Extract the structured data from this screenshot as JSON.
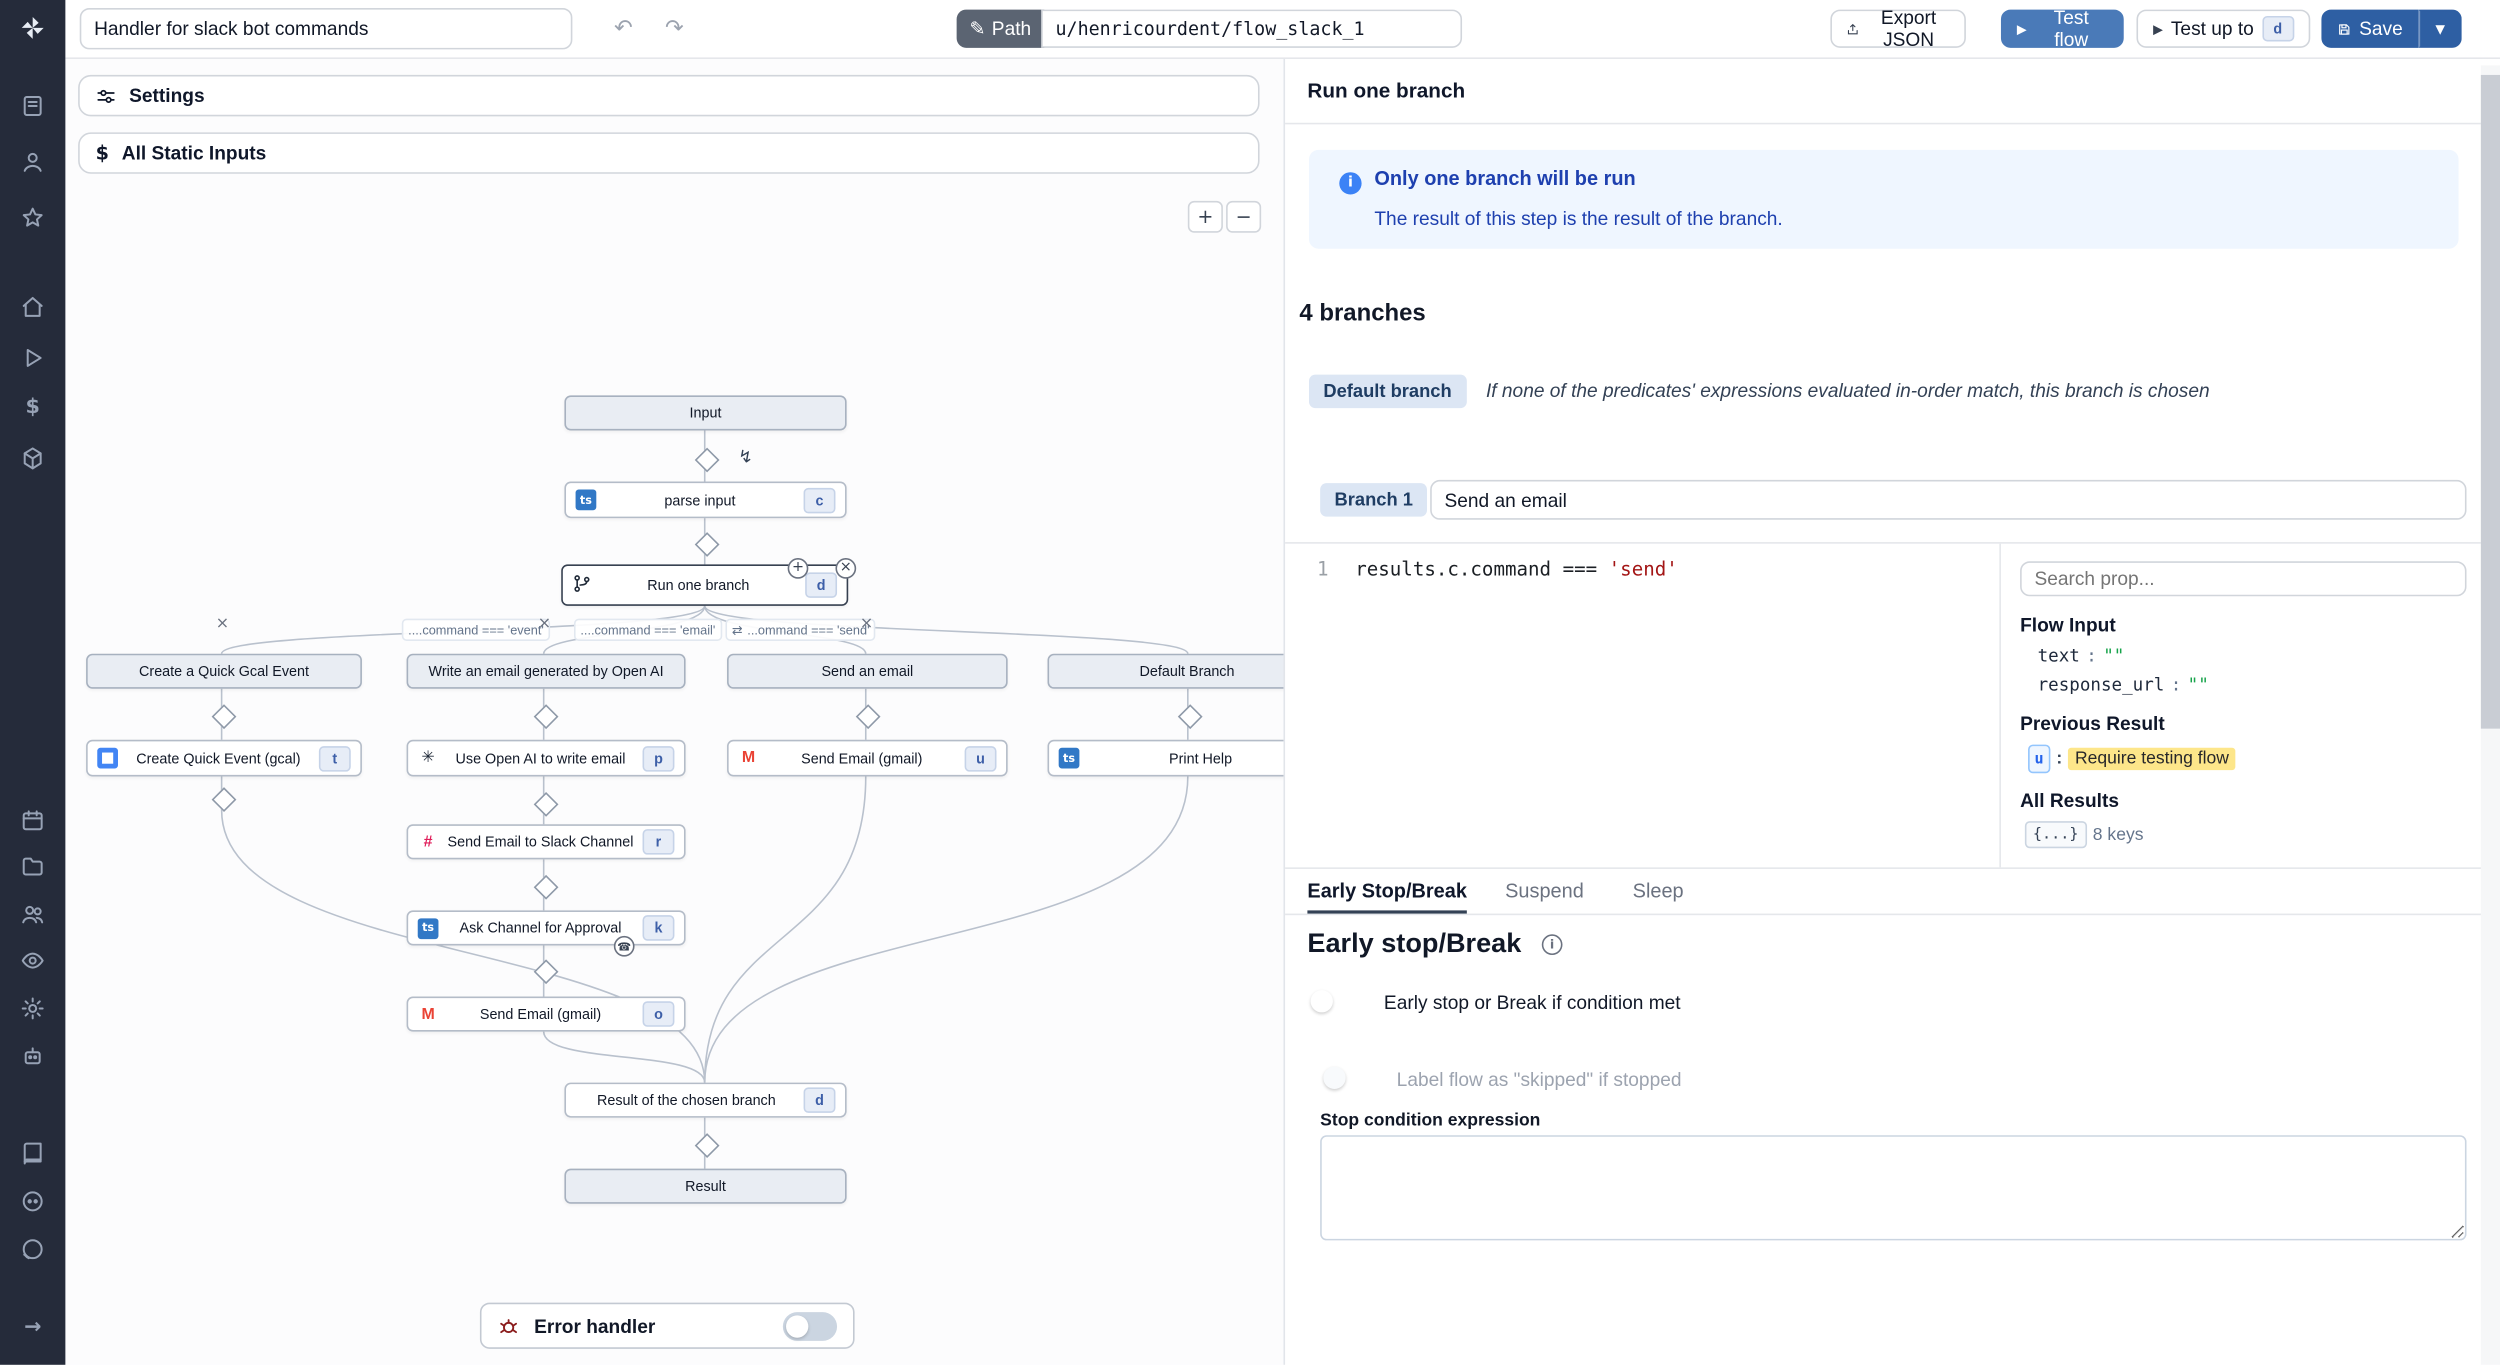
{
  "icons": {
    "undo": "↶",
    "redo": "↷",
    "pencil": "✎",
    "play": "▶",
    "chevron_down": "▾",
    "plus": "+",
    "minus": "−",
    "bolt": "↯",
    "swap": "⇄",
    "close": "×",
    "info": "i",
    "dollar": "$",
    "ts": "ts",
    "gmail": "M",
    "slack": "#",
    "openai": "✳",
    "phone": "☎",
    "expand": "→"
  },
  "topbar": {
    "flow_name": "Handler for slack bot commands",
    "path_button": "Path",
    "path_value": "u/henricourdent/flow_slack_1",
    "export_json_label": "Export JSON",
    "test_flow_label": "Test flow",
    "test_up_to_label": "Test up to",
    "test_up_to_badge": "d",
    "save_label": "Save"
  },
  "left_panel": {
    "settings_label": "Settings",
    "static_inputs_label": "All Static Inputs"
  },
  "graph": {
    "nodes": {
      "input": "Input",
      "parse_input": {
        "label": "parse input",
        "badge": "c"
      },
      "run_one_branch": {
        "label": "Run one branch",
        "badge": "d"
      },
      "conditions": [
        "....command === 'event'",
        "....command === 'email'",
        "...ommand === 'send'"
      ],
      "branch_headers": [
        "Create a Quick Gcal Event",
        "Write an email generated by Open AI",
        "Send an email",
        "Default Branch"
      ],
      "gcal": {
        "label": "Create Quick Event (gcal)",
        "badge": "t"
      },
      "openai": {
        "label": "Use Open AI to write email",
        "badge": "p"
      },
      "gmail1": {
        "label": "Send Email (gmail)",
        "badge": "u"
      },
      "print_help": {
        "label": "Print Help"
      },
      "slack": {
        "label": "Send Email to Slack Channel",
        "badge": "r"
      },
      "approval": {
        "label": "Ask Channel for Approval",
        "badge": "k"
      },
      "gmail2": {
        "label": "Send Email (gmail)",
        "badge": "o"
      },
      "result_chosen": {
        "label": "Result of the chosen branch",
        "badge": "d"
      },
      "result": "Result"
    },
    "error_handler_label": "Error handler"
  },
  "right_panel": {
    "title": "Run one branch",
    "info": {
      "title": "Only one branch will be run",
      "subtitle": "The result of this step is the result of the branch."
    },
    "branches_heading": "4 branches",
    "default_branch": {
      "badge": "Default branch",
      "description": "If none of the predicates' expressions evaluated in-order match, this branch is chosen"
    },
    "branch1": {
      "badge": "Branch 1",
      "summary": "Send an email",
      "code_line_number": "1",
      "code_expr": "results.c.command === ",
      "code_string": "'send'"
    },
    "props": {
      "search_placeholder": "Search prop...",
      "colon": ":",
      "flow_input_heading": "Flow Input",
      "text_key": "text",
      "text_value": "\"\"",
      "response_key": "response_url",
      "response_value": "\"\"",
      "previous_result_heading": "Previous Result",
      "previous_badge": "u",
      "previous_value": "Require testing flow",
      "all_results_heading": "All Results",
      "all_results_badge": "{...}",
      "all_results_keys": "8 keys"
    },
    "tabs": {
      "early_stop": "Early Stop/Break",
      "suspend": "Suspend",
      "sleep": "Sleep"
    },
    "early_stop": {
      "heading": "Early stop/Break",
      "toggle_condition_label": "Early stop or Break if condition met",
      "toggle_skipped_label": "Label flow as \"skipped\" if stopped",
      "expression_label": "Stop condition expression"
    }
  },
  "colors": {
    "accent_blue": "#3b82f6",
    "test_flow_bg": "#4a7ab8",
    "save_bg": "#2e5fa3",
    "info_bg": "#eff6ff",
    "info_text": "#1e40af",
    "badge_bg": "#dce6f4",
    "badge_text": "#1f3d63",
    "highlight_yellow": "#fde68a",
    "code_string": "#a31515"
  }
}
